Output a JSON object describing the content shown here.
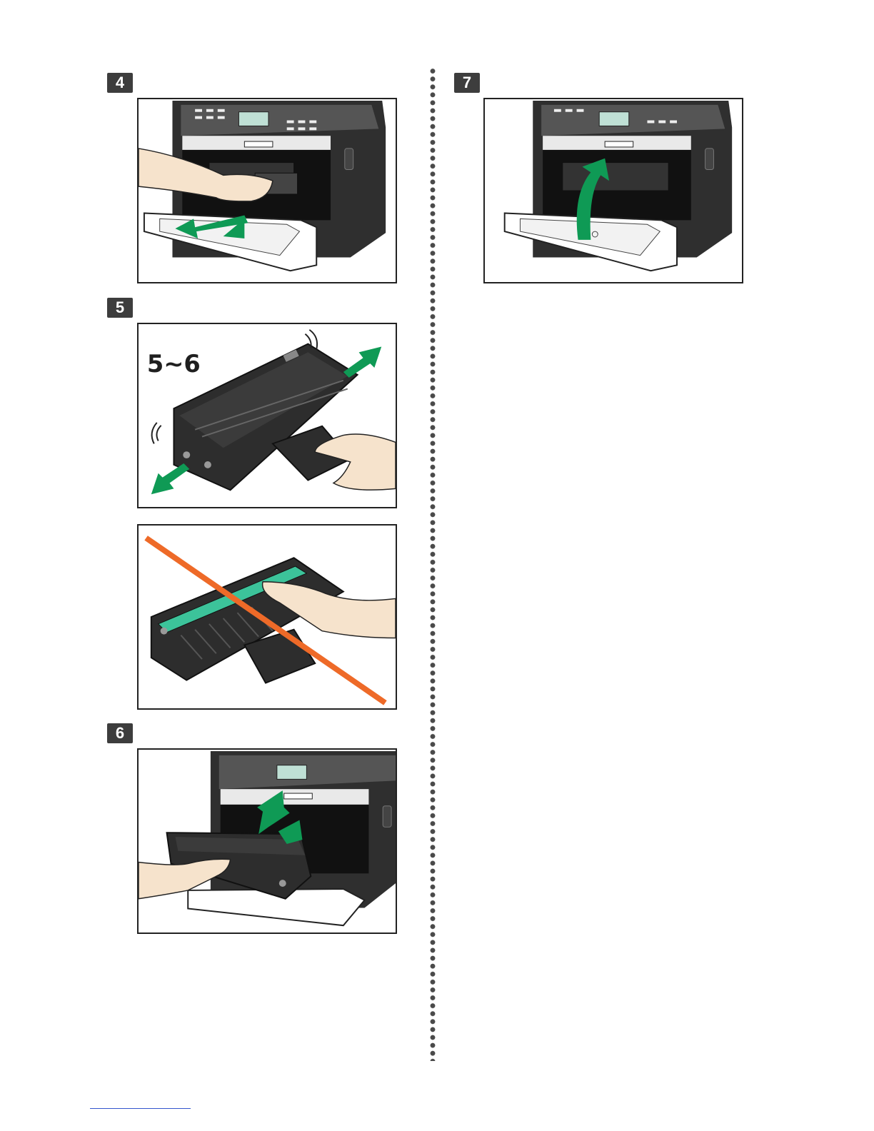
{
  "steps": [
    {
      "number": "4"
    },
    {
      "number": "5"
    },
    {
      "number": "6"
    },
    {
      "number": "7"
    }
  ],
  "shake_label": "5~6",
  "colors": {
    "arrow_green": "#0f9a55",
    "prohibit_orange": "#ee6a28",
    "roller_teal": "#3cc39a",
    "printer_dark": "#2f2f2f",
    "skin": "#f6e3cc"
  },
  "icons": [
    "printer-illustration",
    "toner-cartridge-illustration",
    "hand-illustration",
    "green-arrow-icon",
    "prohibited-slash-icon"
  ]
}
